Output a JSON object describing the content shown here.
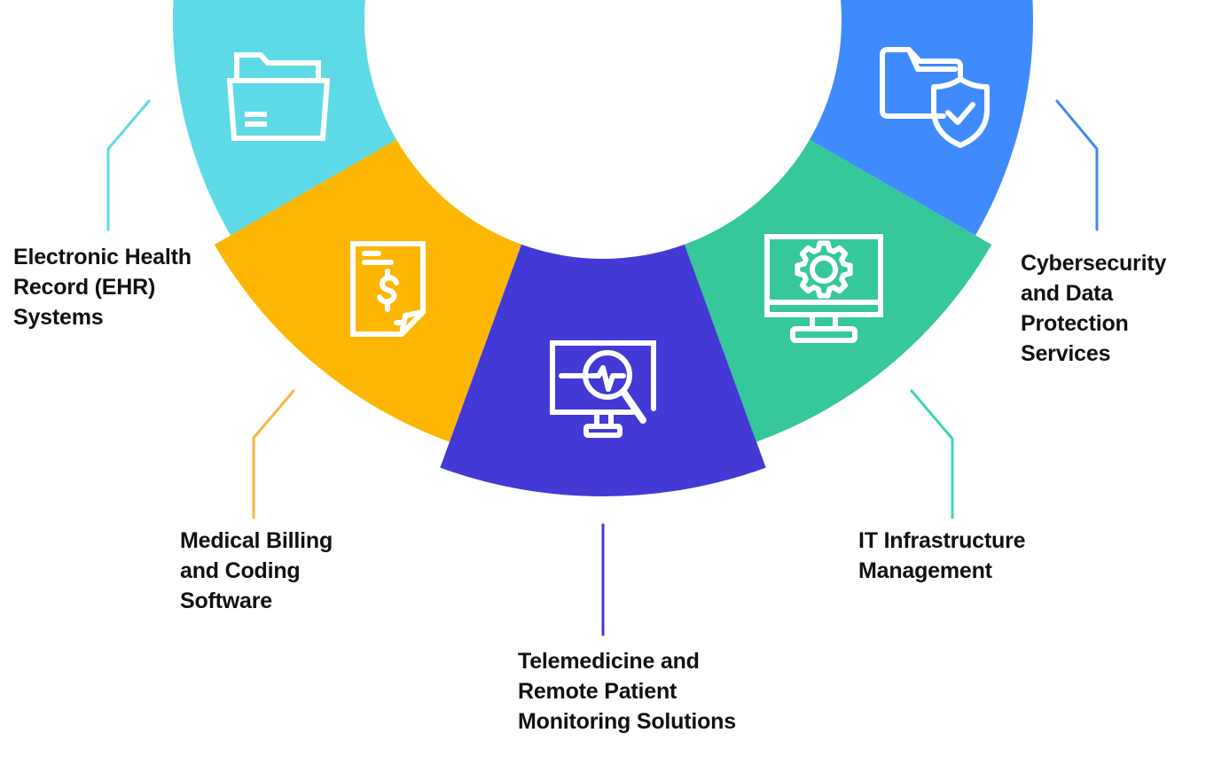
{
  "diagram": {
    "type": "segmented-ring",
    "segments": [
      {
        "id": "ehr",
        "label_lines": [
          "Electronic Health",
          "Record (EHR)",
          "Systems"
        ],
        "icon": "open-folder-icon",
        "color": "#5EDAE6",
        "connector_color": "#5EDAE6"
      },
      {
        "id": "billing",
        "label_lines": [
          "Medical Billing",
          "and Coding",
          "Software"
        ],
        "icon": "invoice-dollar-icon",
        "color": "#FDB703",
        "connector_color": "#F5B942"
      },
      {
        "id": "telemedicine",
        "label_lines": [
          "Telemedicine and",
          "Remote Patient",
          "Monitoring Solutions"
        ],
        "icon": "monitor-heartbeat-search-icon",
        "color": "#4339D5",
        "connector_color": "#4339D5"
      },
      {
        "id": "it-infra",
        "label_lines": [
          "IT Infrastructure",
          "Management"
        ],
        "icon": "monitor-gear-icon",
        "color": "#36C79B",
        "connector_color": "#3DD3B8"
      },
      {
        "id": "cybersecurity",
        "label_lines": [
          "Cybersecurity",
          "and Data",
          "Protection",
          "Services"
        ],
        "icon": "folder-shield-check-icon",
        "color": "#3F8BFD",
        "connector_color": "#3F8BF0"
      }
    ]
  }
}
